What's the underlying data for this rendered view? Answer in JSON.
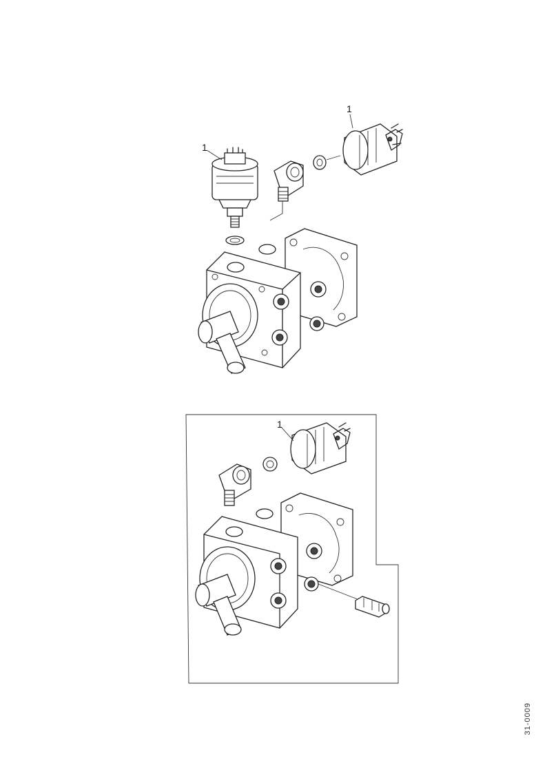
{
  "diagram": {
    "top_assembly": {
      "callouts": [
        {
          "text": "1"
        },
        {
          "text": "1"
        }
      ]
    },
    "bottom_assembly": {
      "callouts": [
        {
          "text": "1"
        }
      ]
    },
    "reference_code": "31-0009"
  }
}
